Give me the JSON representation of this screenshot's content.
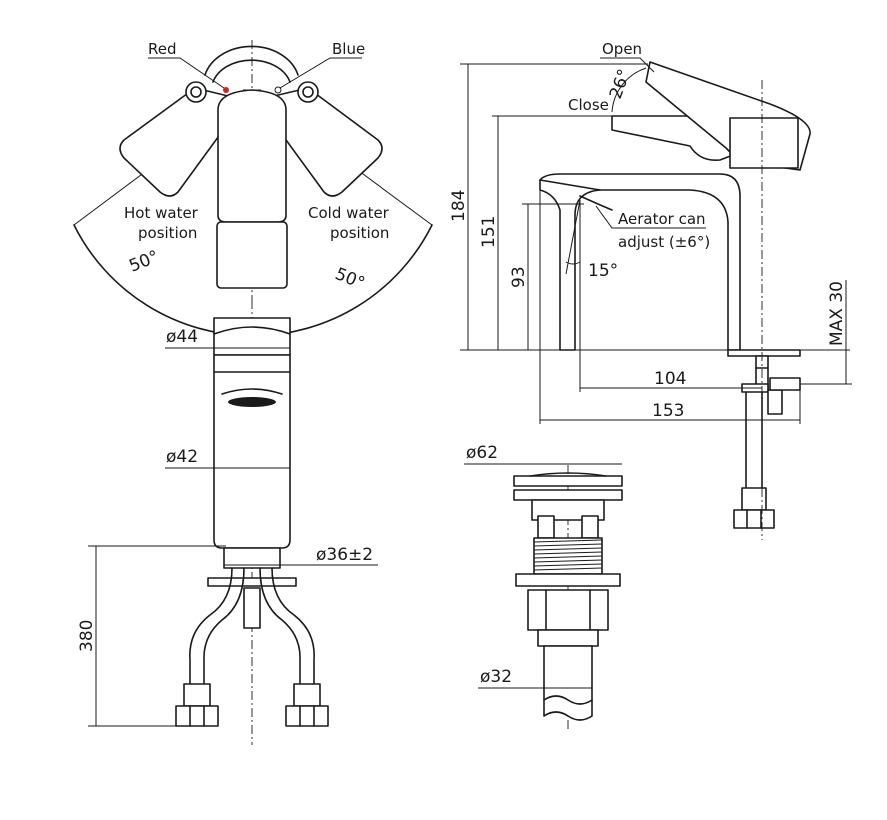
{
  "colors": {
    "line": "#1a1a1a",
    "hot_marker": "#d42020",
    "background": "#ffffff"
  },
  "top_view": {
    "red_label": "Red",
    "blue_label": "Blue",
    "hot_water_line1": "Hot water",
    "hot_water_line2": "position",
    "cold_water_line1": "Cold water",
    "cold_water_line2": "position",
    "angle_left": "50°",
    "angle_right": "50°"
  },
  "front_view": {
    "dia_top": "ø44",
    "dia_body": "ø42",
    "dia_shank": "ø36±2",
    "hose_length": "380"
  },
  "side_view": {
    "open_label": "Open",
    "close_label": "Close",
    "open_angle": "26°",
    "aerator_line1": "Aerator can",
    "aerator_line2": "adjust (±6°)",
    "aerator_angle": "15°",
    "height_total": "184",
    "height_spout": "151",
    "height_outlet": "93",
    "max_deck": "MAX 30",
    "reach_104": "104",
    "reach_153": "153"
  },
  "waste_view": {
    "dia_top": "ø62",
    "dia_tail": "ø32"
  }
}
